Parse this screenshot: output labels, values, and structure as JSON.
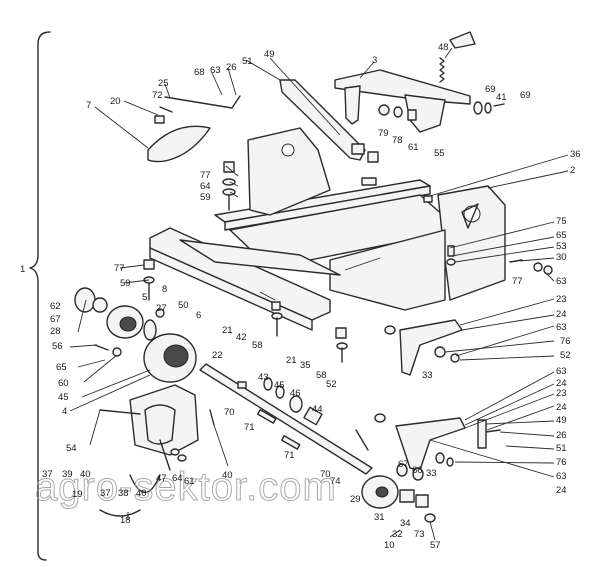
{
  "watermark": "agro-sektor.com",
  "labels": [
    {
      "id": "1",
      "text": "1"
    },
    {
      "id": "48",
      "text": "48"
    },
    {
      "id": "49a",
      "text": "49"
    },
    {
      "id": "3",
      "text": "3"
    },
    {
      "id": "51a",
      "text": "51"
    },
    {
      "id": "26a",
      "text": "26"
    },
    {
      "id": "68",
      "text": "68"
    },
    {
      "id": "63a",
      "text": "63"
    },
    {
      "id": "25",
      "text": "25"
    },
    {
      "id": "72",
      "text": "72"
    },
    {
      "id": "20",
      "text": "20"
    },
    {
      "id": "7",
      "text": "7"
    },
    {
      "id": "69a",
      "text": "69"
    },
    {
      "id": "41",
      "text": "41"
    },
    {
      "id": "69b",
      "text": "69"
    },
    {
      "id": "79",
      "text": "79"
    },
    {
      "id": "78",
      "text": "78"
    },
    {
      "id": "61a",
      "text": "61"
    },
    {
      "id": "55",
      "text": "55"
    },
    {
      "id": "36",
      "text": "36"
    },
    {
      "id": "2",
      "text": "2"
    },
    {
      "id": "77a",
      "text": "77"
    },
    {
      "id": "64a",
      "text": "64"
    },
    {
      "id": "59a",
      "text": "59"
    },
    {
      "id": "75",
      "text": "75"
    },
    {
      "id": "65a",
      "text": "65"
    },
    {
      "id": "53",
      "text": "53"
    },
    {
      "id": "30",
      "text": "30"
    },
    {
      "id": "77b",
      "text": "77"
    },
    {
      "id": "59b",
      "text": "59"
    },
    {
      "id": "8",
      "text": "8"
    },
    {
      "id": "5",
      "text": "5"
    },
    {
      "id": "62",
      "text": "62"
    },
    {
      "id": "67",
      "text": "67"
    },
    {
      "id": "28",
      "text": "28"
    },
    {
      "id": "27",
      "text": "27"
    },
    {
      "id": "50",
      "text": "50"
    },
    {
      "id": "6",
      "text": "6"
    },
    {
      "id": "77c",
      "text": "77"
    },
    {
      "id": "63b",
      "text": "63"
    },
    {
      "id": "23a",
      "text": "23"
    },
    {
      "id": "24a",
      "text": "24"
    },
    {
      "id": "63c",
      "text": "63"
    },
    {
      "id": "56",
      "text": "56"
    },
    {
      "id": "21a",
      "text": "21"
    },
    {
      "id": "42",
      "text": "42"
    },
    {
      "id": "58a",
      "text": "58"
    },
    {
      "id": "76a",
      "text": "76"
    },
    {
      "id": "52a",
      "text": "52"
    },
    {
      "id": "65b",
      "text": "65"
    },
    {
      "id": "60",
      "text": "60"
    },
    {
      "id": "45a",
      "text": "45"
    },
    {
      "id": "4",
      "text": "4"
    },
    {
      "id": "21b",
      "text": "21"
    },
    {
      "id": "35",
      "text": "35"
    },
    {
      "id": "58b",
      "text": "58"
    },
    {
      "id": "52b",
      "text": "52"
    },
    {
      "id": "33a",
      "text": "33"
    },
    {
      "id": "22",
      "text": "22"
    },
    {
      "id": "43",
      "text": "43"
    },
    {
      "id": "45b",
      "text": "45"
    },
    {
      "id": "46",
      "text": "46"
    },
    {
      "id": "44",
      "text": "44"
    },
    {
      "id": "70a",
      "text": "70"
    },
    {
      "id": "71a",
      "text": "71"
    },
    {
      "id": "63d",
      "text": "63"
    },
    {
      "id": "24b",
      "text": "24"
    },
    {
      "id": "23b",
      "text": "23"
    },
    {
      "id": "24c",
      "text": "24"
    },
    {
      "id": "49b",
      "text": "49"
    },
    {
      "id": "26b",
      "text": "26"
    },
    {
      "id": "51b",
      "text": "51"
    },
    {
      "id": "76b",
      "text": "76"
    },
    {
      "id": "63e",
      "text": "63"
    },
    {
      "id": "24d",
      "text": "24"
    },
    {
      "id": "54",
      "text": "54"
    },
    {
      "id": "71b",
      "text": "71"
    },
    {
      "id": "40a",
      "text": "40"
    },
    {
      "id": "37a",
      "text": "37"
    },
    {
      "id": "39",
      "text": "39"
    },
    {
      "id": "40b",
      "text": "40"
    },
    {
      "id": "19",
      "text": "19"
    },
    {
      "id": "47",
      "text": "47"
    },
    {
      "id": "64b",
      "text": "64"
    },
    {
      "id": "61b",
      "text": "61"
    },
    {
      "id": "37b",
      "text": "37"
    },
    {
      "id": "38",
      "text": "38"
    },
    {
      "id": "40c",
      "text": "40"
    },
    {
      "id": "18",
      "text": "18"
    },
    {
      "id": "70b",
      "text": "70"
    },
    {
      "id": "74",
      "text": "74"
    },
    {
      "id": "29",
      "text": "29"
    },
    {
      "id": "66",
      "text": "66"
    },
    {
      "id": "67b",
      "text": "67"
    },
    {
      "id": "33b",
      "text": "33"
    },
    {
      "id": "31",
      "text": "31"
    },
    {
      "id": "34",
      "text": "34"
    },
    {
      "id": "73",
      "text": "73"
    },
    {
      "id": "32",
      "text": "32"
    },
    {
      "id": "10",
      "text": "10"
    },
    {
      "id": "57",
      "text": "57"
    }
  ]
}
